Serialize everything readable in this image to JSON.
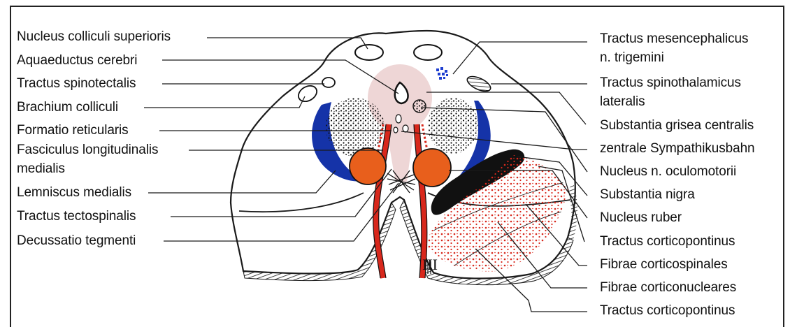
{
  "labels_left": [
    {
      "id": "nucleus-colliculi-superioris",
      "text": "Nucleus colliculi superioris"
    },
    {
      "id": "aquaeductus-cerebri",
      "text": "Aquaeductus cerebri"
    },
    {
      "id": "tractus-spinotectalis",
      "text": "Tractus spinotectalis"
    },
    {
      "id": "brachium-colliculi",
      "text": "Brachium colliculi"
    },
    {
      "id": "formatio-reticularis",
      "text": "Formatio reticularis"
    },
    {
      "id": "fasciculus-longitudinalis-1",
      "text": "Fasciculus longitudinalis"
    },
    {
      "id": "fasciculus-longitudinalis-2",
      "text": "medialis"
    },
    {
      "id": "lemniscus-medialis",
      "text": "Lemniscus medialis"
    },
    {
      "id": "tractus-tectospinalis",
      "text": "Tractus tectospinalis"
    },
    {
      "id": "decussatio-tegmenti",
      "text": "Decussatio tegmenti"
    }
  ],
  "labels_right": [
    {
      "id": "tractus-mesencephalicus-1",
      "text": "Tractus mesencephalicus"
    },
    {
      "id": "tractus-mesencephalicus-2",
      "text": "n. trigemini"
    },
    {
      "id": "tractus-spinothalamicus-1",
      "text": "Tractus spinothalamicus"
    },
    {
      "id": "tractus-spinothalamicus-2",
      "text": "lateralis"
    },
    {
      "id": "substantia-grisea-centralis",
      "text": "Substantia grisea centralis"
    },
    {
      "id": "zentrale-sympathikusbahn",
      "text": "zentrale Sympathikusbahn"
    },
    {
      "id": "nucleus-n-oculomotorii",
      "text": "Nucleus n. oculomotorii"
    },
    {
      "id": "substantia-nigra",
      "text": "Substantia nigra"
    },
    {
      "id": "nucleus-ruber",
      "text": "Nucleus ruber"
    },
    {
      "id": "tractus-corticopontinus-1",
      "text": "Tractus corticopontinus"
    },
    {
      "id": "fibrae-corticospinales",
      "text": "Fibrae corticospinales"
    },
    {
      "id": "fibrae-corticonucleares",
      "text": "Fibrae corticonucleares"
    },
    {
      "id": "tractus-corticopontinus-2",
      "text": "Tractus corticopontinus"
    }
  ],
  "nerve_numeral": "III",
  "colors": {
    "outline": "#1a1a1a",
    "gray_matter": "#eed6d6",
    "lemniscus": "#1533a8",
    "nucleus_ruber": "#e85f1c",
    "tract_red": "#d8281c",
    "substantia_nigra": "#111111",
    "mesencephalic_blue": "#1f3fd0"
  }
}
